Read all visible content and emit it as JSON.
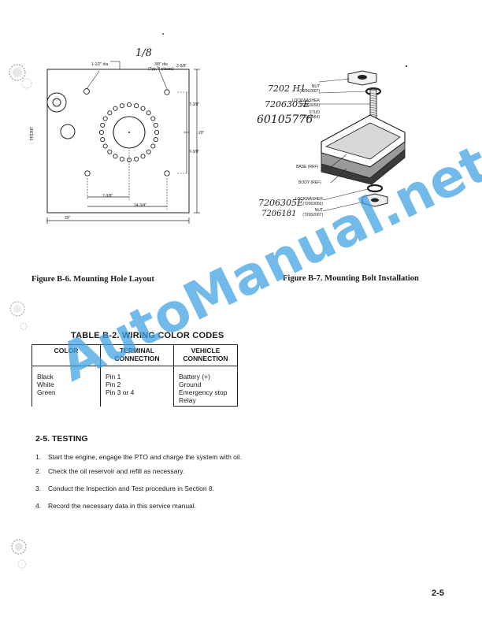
{
  "figure_b6": {
    "caption": "Figure B-6.  Mounting Hole Layout",
    "dims": {
      "top_dia": "1-1/2\" dia",
      "typ_dia": "3/8\" dia",
      "typ_note": "(Typ. 4 places)",
      "top_right": "2-5/8\"",
      "right_upper": "7-3/8\"",
      "right_total": "20\"",
      "right_lower": "7-3/8\"",
      "bottom_left": "7-3/8\"",
      "bottom_mid": "14-3/4\"",
      "bottom_total": "29\"",
      "front": "FRONT",
      "handwritten": "1/8"
    }
  },
  "figure_b7": {
    "caption": "Figure B-7.  Mounting Bolt Installation",
    "labels": {
      "nut_top": "NUT",
      "nut_top_pn": "(72062007)",
      "lockwasher_top": "LOCKWASHER",
      "lockwasher_top_pn": "(72063058)",
      "stud": "STUD",
      "stud_pn": "(72068064)",
      "base": "BASE (REF)",
      "body": "BODY (REF)",
      "lockwasher_bottom": "LOCKWASHER",
      "lockwasher_bottom_pn": "(72063056)",
      "nut_bottom": "NUT",
      "nut_bottom_pn": "(72062007)"
    },
    "handwritten": {
      "nut_top": "7202 H1",
      "lockwasher_top": "7206305E",
      "stud": "60105776",
      "lockwasher_bottom": "7206305E",
      "nut_bottom": "7206181"
    }
  },
  "table_b2": {
    "title": "TABLE B-2.  WIRING COLOR CODES",
    "headers": [
      "COLOR",
      "TERMINAL CONNECTION",
      "VEHICLE CONNECTION"
    ],
    "rows": [
      [
        "Black",
        "Pin 1",
        "Battery (+)"
      ],
      [
        "White",
        "Pin 2",
        "Ground"
      ],
      [
        "Green",
        "Pin 3 or 4",
        "Emergency stop Relay"
      ]
    ]
  },
  "testing": {
    "title": "2-5.  TESTING",
    "steps": [
      {
        "num": "1.",
        "text": "Start the engine, engage the PTO and charge the system with oil."
      },
      {
        "num": "2.",
        "text": "Check the oil reservoir and refill as necessary."
      },
      {
        "num": "3.",
        "text": "Conduct the Inspection and Test procedure in Section 8."
      },
      {
        "num": "4.",
        "text": "Record the necessary data in this service manual."
      }
    ]
  },
  "watermark": "AutoManual.net",
  "page_number": "2-5"
}
